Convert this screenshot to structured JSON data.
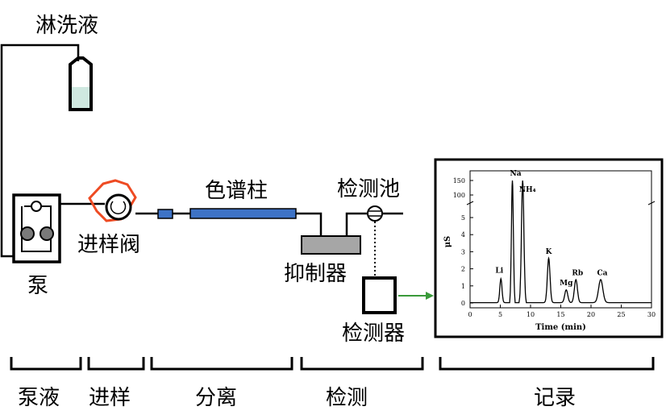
{
  "labels": {
    "eluent": "淋洗液",
    "pump": "泵",
    "injector": "进样阀",
    "column": "色谱柱",
    "cell": "检测池",
    "suppressor": "抑制器",
    "detector": "检测器"
  },
  "stages": [
    "泵液",
    "进样",
    "分离",
    "检测",
    "记录"
  ],
  "colors": {
    "valve": "#ee4b23",
    "column": "#3e73c6",
    "suppressor": "#a6a6a6",
    "eluent_fill": "#cfe8e0",
    "arrow": "#3a9a3a"
  },
  "chart_data": {
    "type": "line",
    "xlabel": "Time (min)",
    "ylabel": "μS",
    "xlim": [
      0,
      30
    ],
    "x_ticks": [
      "0",
      "5",
      "10",
      "15",
      "20",
      "25",
      "30"
    ],
    "y_ticks": [
      "0",
      "1",
      "2",
      "3",
      "4",
      "5",
      "100",
      "150"
    ],
    "peaks": [
      {
        "name": "Li",
        "x": 5.1,
        "y": 1.4
      },
      {
        "name": "Na",
        "x": 7.0,
        "y": 150
      },
      {
        "name": "NH₄",
        "x": 8.7,
        "y": 100
      },
      {
        "name": "K",
        "x": 13.0,
        "y": 2.6
      },
      {
        "name": "Mg",
        "x": 15.9,
        "y": 0.75
      },
      {
        "name": "Rb",
        "x": 17.5,
        "y": 1.35
      },
      {
        "name": "Ca",
        "x": 21.6,
        "y": 1.35
      }
    ]
  }
}
